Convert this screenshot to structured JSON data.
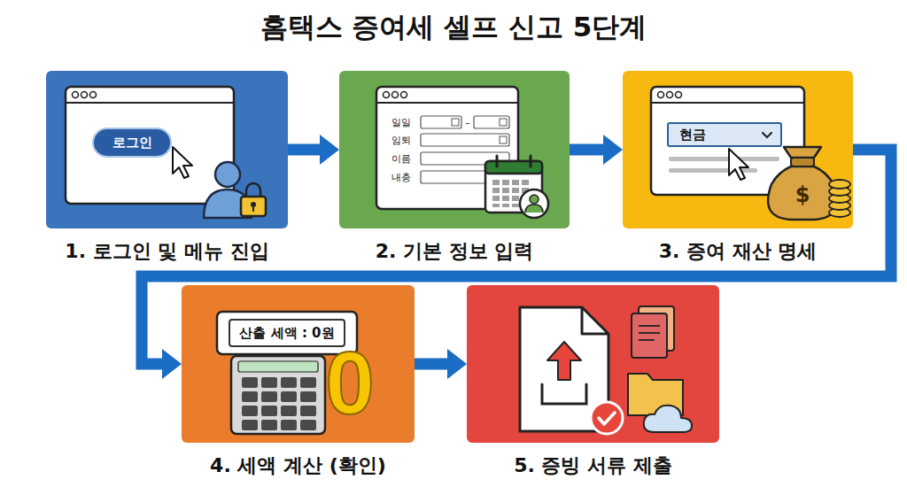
{
  "diagram": {
    "title": "홈택스 증여세 셀프 신고 5단계",
    "nodes": [
      {
        "text": [
          "1. 로그인 및 메뉴 진입"
        ]
      },
      {
        "text": [
          "로그인"
        ],
        "in": 0
      },
      {
        "text": [
          "2. 기본 정보 입력"
        ]
      },
      {
        "text": [
          "3. 증여 재산 명세"
        ]
      },
      {
        "text": [
          "현금"
        ],
        "in": 3
      },
      {
        "text": [
          "4. 세액 계산 (확인)"
        ]
      },
      {
        "text": [
          "산출 세액 : 0원"
        ],
        "in": 5
      },
      {
        "text": [
          "5. 증빙 서류 제출"
        ]
      }
    ],
    "edges": [
      {
        "from": 0,
        "to": 2,
        "arrow": "to"
      },
      {
        "from": 2,
        "to": 3,
        "arrow": "to"
      },
      {
        "from": 3,
        "to": 5,
        "arrow": "to"
      },
      {
        "from": 5,
        "to": 7,
        "arrow": "to"
      }
    ],
    "labels": [
      "일일",
      "–",
      "임퇴",
      "이름",
      "내충",
      "$",
      "0"
    ]
  }
}
